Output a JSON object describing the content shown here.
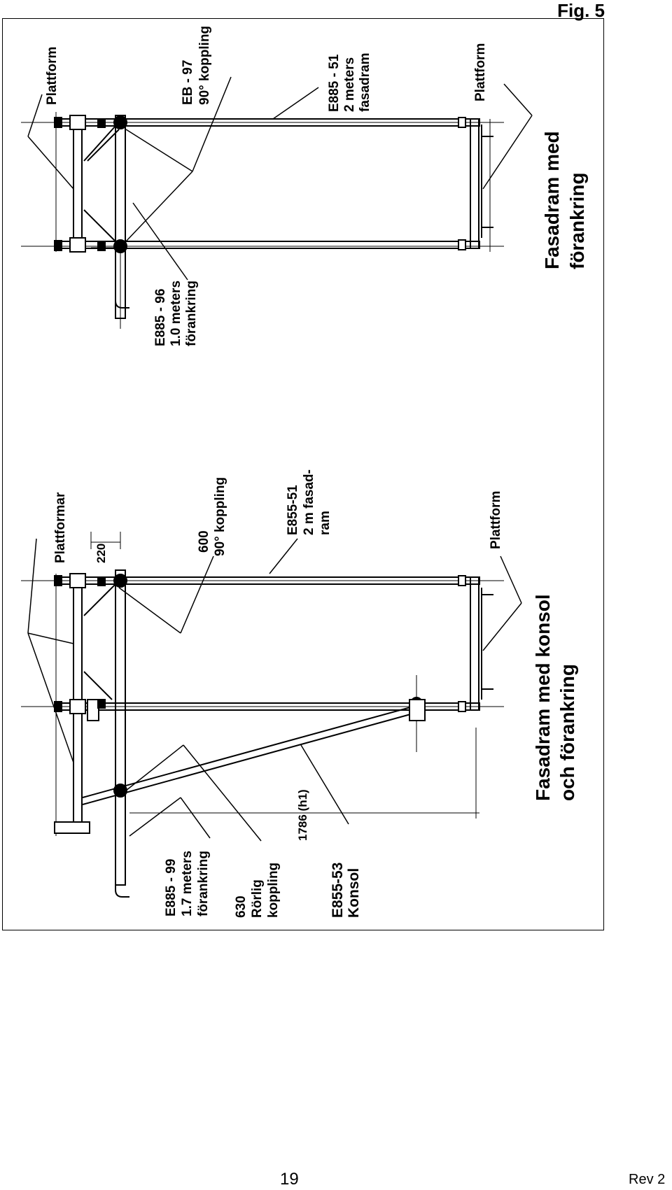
{
  "figure": {
    "label": "Fig. 5"
  },
  "top_diagram": {
    "title_line1": "Fasadram med",
    "title_line2": "förankring",
    "label_plattform_left": "Plattform",
    "label_plattform_right": "Plattform",
    "label_eb97_line1": "EB - 97",
    "label_eb97_line2": "90° koppling",
    "label_e885_51_line1": "E885 - 51",
    "label_e885_51_line2": "2 meters",
    "label_e885_51_line3": "fasadram",
    "label_e885_96_line1": "E885 - 96",
    "label_e885_96_line2": "1.0 meters",
    "label_e885_96_line3": "förankring"
  },
  "bottom_diagram": {
    "title_line1": "Fasadram med konsol",
    "title_line2": "och förankring",
    "label_plattformar": "Plattformar",
    "label_plattform": "Plattform",
    "dim_220": "220",
    "label_600_line1": "600",
    "label_600_line2": "90° koppling",
    "label_e855_51_line1": "E855-51",
    "label_e855_51_line2": "2 m fasad-",
    "label_e855_51_line3": "ram",
    "dim_1786": "1786 (h1)",
    "label_e885_99_line1": "E885 - 99",
    "label_e885_99_line2": "1.7 meters",
    "label_e885_99_line3": "förankring",
    "label_630_line1": "630",
    "label_630_line2": "Rörlig",
    "label_630_line3": "koppling",
    "label_e855_53_line1": "E855-53",
    "label_e855_53_line2": "Konsol"
  },
  "footer": {
    "page_number": "19",
    "revision": "Rev 2"
  }
}
